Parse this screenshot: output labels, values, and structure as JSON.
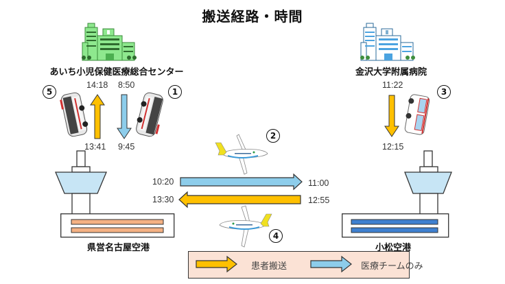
{
  "title": "搬送経路・時間",
  "colors": {
    "patient_transport": "#FFC000",
    "medical_team_only": "#8DCDEB",
    "hospital_left": "#8EE88E",
    "hospital_right": "#8FD0F2",
    "tower_glass": "#C7E5F5",
    "runway_left": "#F4B183",
    "runway_right": "#3F80D0",
    "legend_bg": "#FBE2D5"
  },
  "places": {
    "hospital_left": "あいち小児保健医療総合センター",
    "hospital_right": "金沢大学附属病院",
    "airport_left": "県営名古屋空港",
    "airport_right": "小松空港"
  },
  "steps": {
    "s1": "1",
    "s2": "2",
    "s3": "3",
    "s4": "4",
    "s5": "5"
  },
  "times": {
    "leg1_depart": "8:50",
    "leg1_arrive": "9:45",
    "leg2_depart": "10:20",
    "leg2_arrive": "11:00",
    "leg3_depart": "11:22",
    "leg3_arrive": "12:15",
    "leg4_depart": "12:55",
    "leg4_arrive": "13:30",
    "leg5_depart": "13:41",
    "leg5_arrive": "14:18"
  },
  "legend": {
    "patient_transport": "患者搬送",
    "medical_team_only": "医療チームのみ"
  }
}
